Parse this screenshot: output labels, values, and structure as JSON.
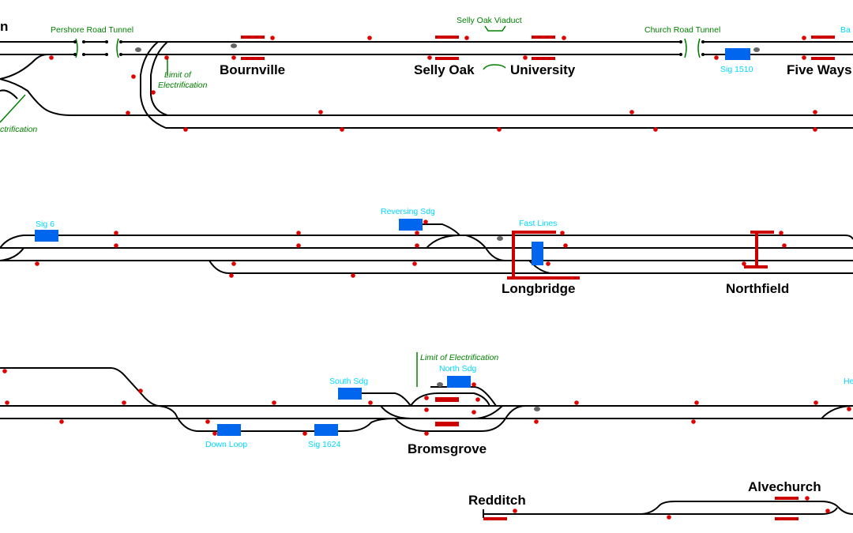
{
  "labels": {
    "pershore_road_tunnel": "Pershore Road Tunnel",
    "selly_oak_viaduct": "Selly Oak Viaduct",
    "church_road_tunnel": "Church Road Tunnel",
    "limit_of": "Limit of",
    "electrification": "Electrification",
    "electrification_cut": "ctrification",
    "limit_of_electrification": "Limit of Electrification",
    "reversing_sdg": "Reversing Sdg",
    "fast_lines": "Fast Lines",
    "south_sdg": "South Sdg",
    "north_sdg": "North Sdg",
    "sig_1510": "Sig 1510",
    "sig_6": "Sig 6",
    "down_loop": "Down Loop",
    "sig_1624": "Sig 1624",
    "ba_cut": "Ba",
    "he_cut": "He"
  },
  "stations": {
    "n_cut": "n",
    "bournville": "Bournville",
    "selly_oak": "Selly Oak",
    "university": "University",
    "five_ways": "Five Ways",
    "longbridge": "Longbridge",
    "northfield": "Northfield",
    "bromsgrove": "Bromsgrove",
    "redditch": "Redditch",
    "alvechurch": "Alvechurch"
  },
  "colors": {
    "track": "#000000",
    "signal": "#e00000",
    "platform": "#cc0000",
    "track_circuit_block": "#0066ee",
    "info_label": "#00d8ff",
    "tunnel_label": "#008000",
    "station_name": "#000000"
  }
}
